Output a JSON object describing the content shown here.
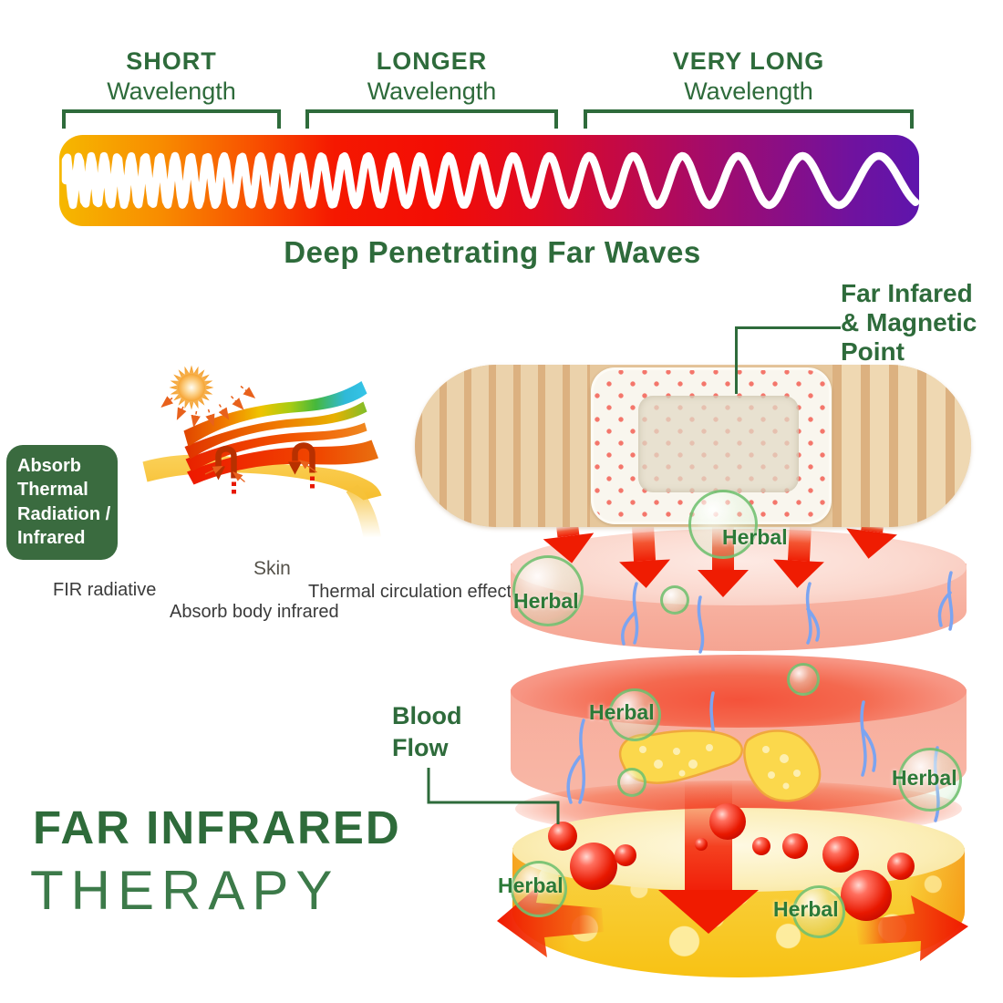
{
  "spectrum": {
    "bands": [
      {
        "label": "SHORT",
        "sub": "Wavelength"
      },
      {
        "label": "LONGER",
        "sub": "Wavelength"
      },
      {
        "label": "VERY LONG",
        "sub": "Wavelength"
      }
    ],
    "caption": "Deep Penetrating Far Waves",
    "colors": {
      "start": "#F6B800",
      "mid_red": "#F31000",
      "end_purple": "#5E15AC",
      "wave": "#FFFFFF"
    }
  },
  "patch": {
    "label_lines": [
      "Far Infared",
      "& Magnetic",
      "Point"
    ]
  },
  "left_diagram": {
    "box_lines": [
      "Absorb",
      "Thermal",
      "Radiation /",
      "Infrared"
    ],
    "fir_label": "FIR radiative",
    "skin_label": "Skin",
    "thermal_label": "Thermal circulation effect",
    "absorb_label": "Absorb body infrared"
  },
  "stack": {
    "herbal_label": "Herbal",
    "blood_flow_lines": [
      "Blood",
      "Flow"
    ]
  },
  "title": {
    "line1": "FAR INFRARED",
    "line2": "THERAPY"
  },
  "colors": {
    "heading_green": "#2E6B3B",
    "herbal_green": "#2C7A38",
    "arrow_red": "#EE1C00",
    "box_green": "#3A6B3F"
  }
}
